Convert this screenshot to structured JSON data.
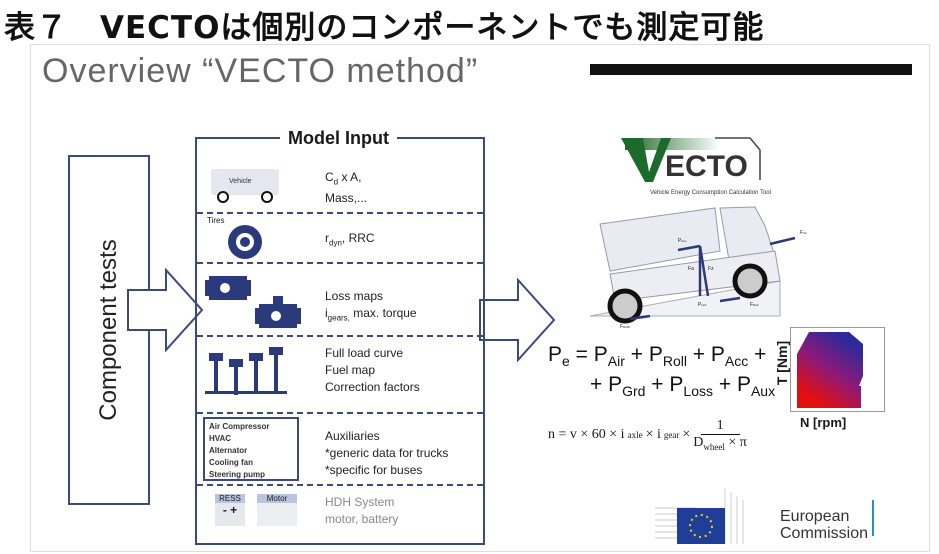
{
  "header": {
    "title": "表７　VECTOは個別のコンポーネントでも測定可能"
  },
  "slide": {
    "heading": "Overview “VECTO method”",
    "component_tests": "Component tests",
    "model_input": {
      "title": "Model Input",
      "rows": [
        {
          "icon_label": "Vehicle",
          "lines": [
            "C",
            "d",
            " x A,",
            "Mass,..."
          ]
        },
        {
          "icon_label": "Tires",
          "lines": [
            "r",
            "dyn",
            ", RRC"
          ]
        },
        {
          "lines": [
            "Loss maps",
            "i",
            "gears,",
            " max. torque"
          ]
        },
        {
          "lines": [
            "Full load curve",
            "Fuel map",
            "Correction factors"
          ]
        },
        {
          "box_items": [
            "Air Compressor",
            "HVAC",
            "Alternator",
            "Cooling fan",
            "Steering pump"
          ],
          "lines": [
            "Auxiliaries",
            "*generic data for trucks",
            "*specific for buses"
          ]
        },
        {
          "icon_labels": [
            "RESS",
            "Motor"
          ],
          "battery_signs": "- +",
          "lines": [
            "HDH System",
            "motor, battery"
          ]
        }
      ]
    },
    "vecto_logo": {
      "text": "ECTO",
      "subtitle": "Vehicle Energy Consumption Calculation Tool"
    },
    "truck_forces": [
      "F",
      "Air",
      "P",
      "Acc",
      "F",
      "a",
      "F",
      "z",
      "P",
      "Grd",
      "F",
      "RollC",
      "F",
      "Roll"
    ],
    "equation1": {
      "lhs": "P",
      "lhs_sub": "e",
      "terms": [
        [
          "P",
          "Air"
        ],
        [
          "P",
          "Roll"
        ],
        [
          "P",
          "Acc"
        ],
        [
          "P",
          "Grd"
        ],
        [
          "P",
          "Loss"
        ],
        [
          "P",
          "Aux"
        ]
      ]
    },
    "equation2": {
      "text": "n = v × 60 × i",
      "axle": "axle",
      "gear": "gear",
      "num": "1",
      "den": "D",
      "den_sub": "wheel",
      "pi": "× π",
      "times": "× i",
      "times2": "×"
    },
    "map": {
      "y_label": "T [Nm]",
      "x_label": "N [rpm]"
    },
    "ec_logo": {
      "line1": "European",
      "line2": "Commission"
    },
    "colors": {
      "navy": "#2b3a7a",
      "green": "#1d6b2a",
      "eu_blue": "#1f3e9a"
    }
  }
}
